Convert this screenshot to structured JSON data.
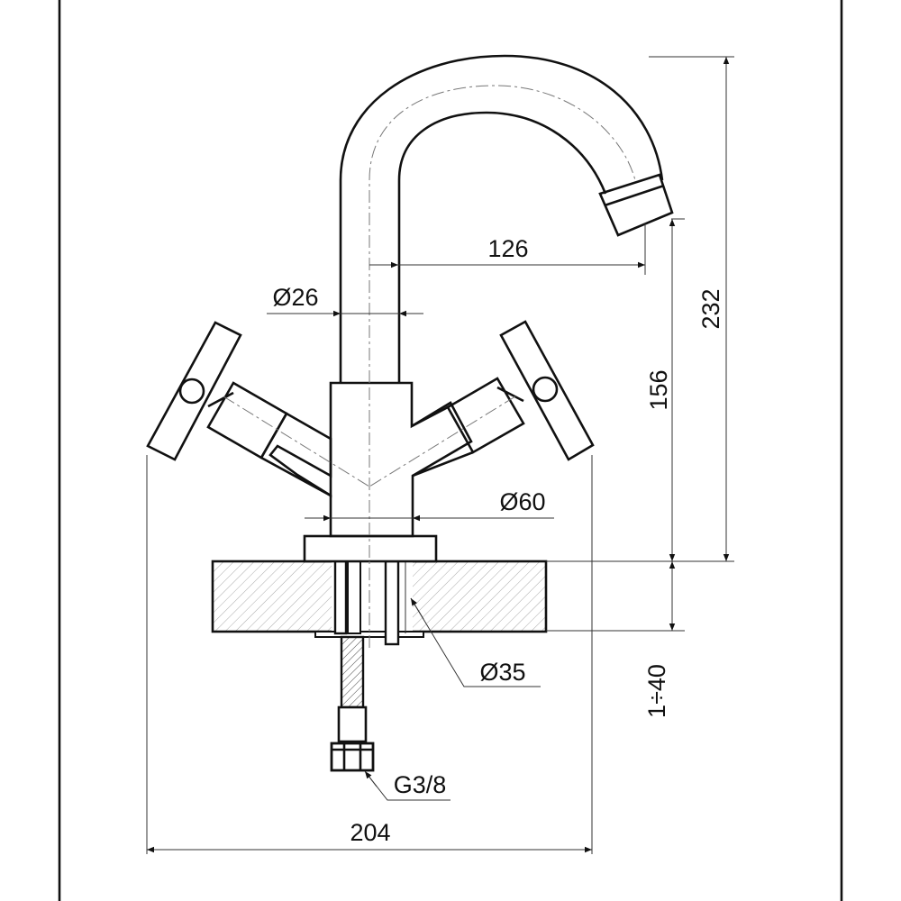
{
  "dimensions": {
    "spout_reach": "126",
    "spout_diameter": "Ø26",
    "total_height": "232",
    "spout_outlet_height": "156",
    "body_diameter": "Ø60",
    "mounting_hole": "Ø35",
    "counter_thickness": "1÷40",
    "supply_connection": "G3/8",
    "total_width": "204"
  }
}
